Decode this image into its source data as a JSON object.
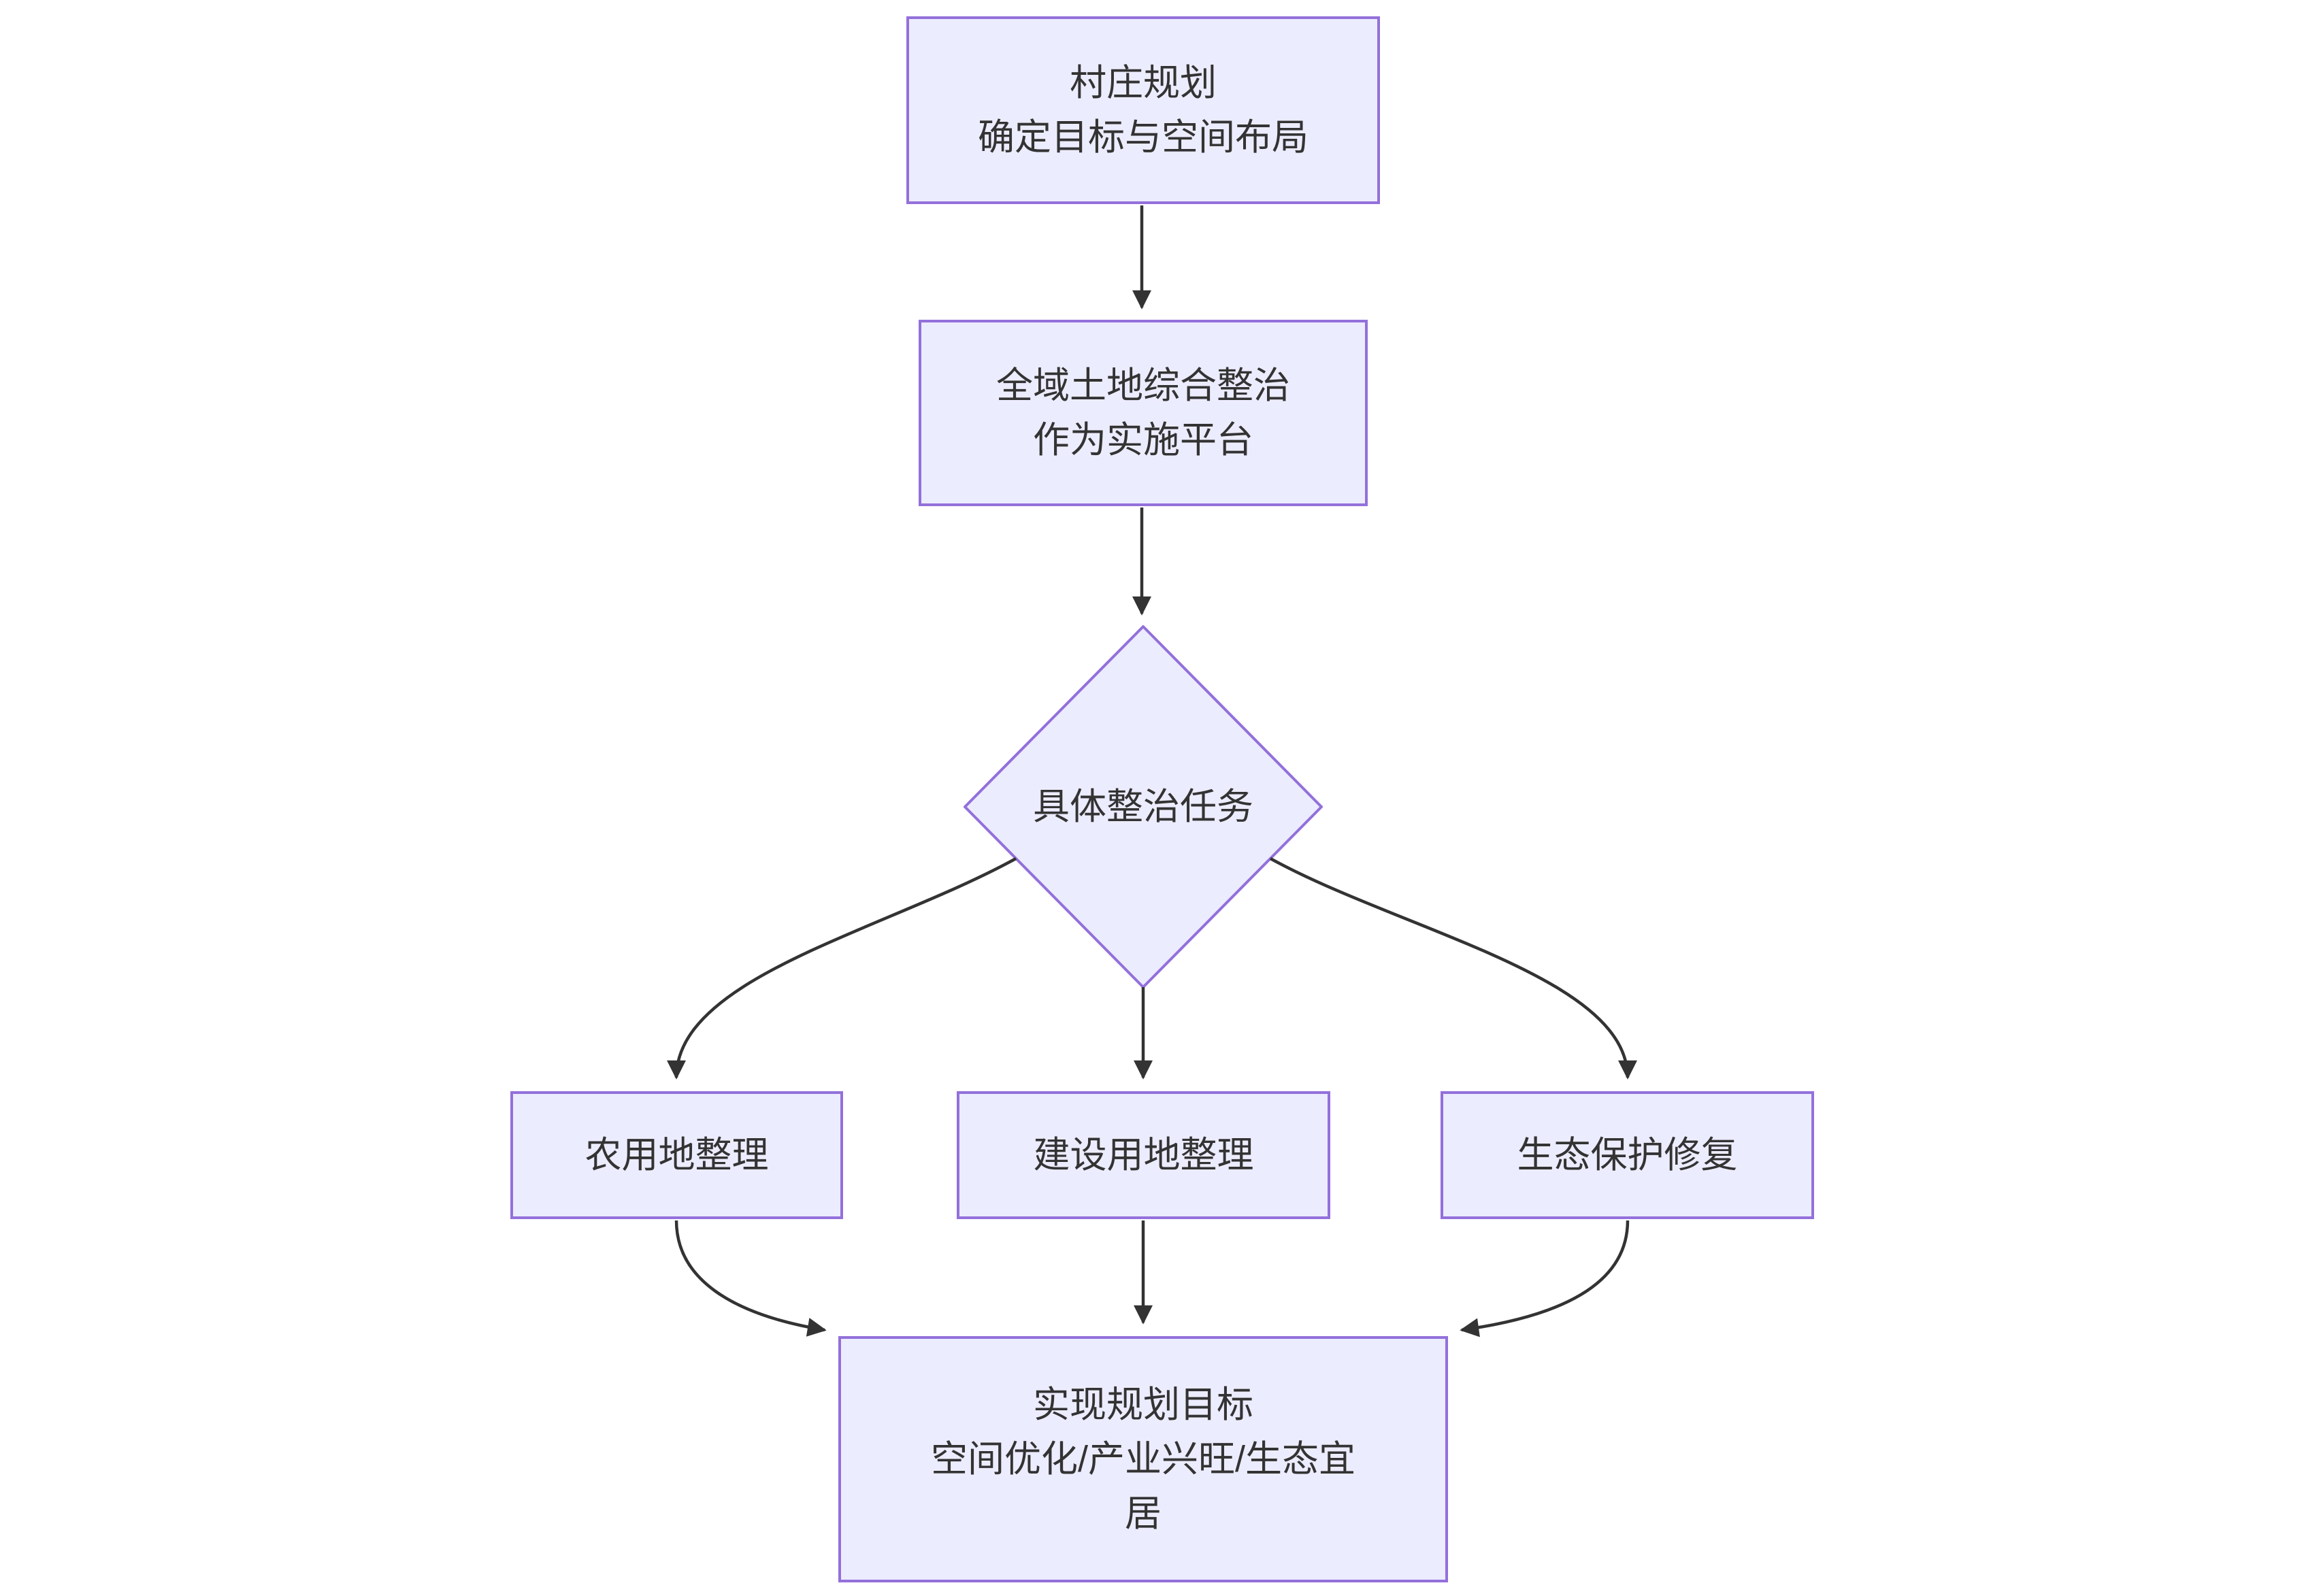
{
  "diagram": {
    "type": "flowchart",
    "direction": "top-down",
    "colors": {
      "background": "#ffffff",
      "node_fill": "#ECECFF",
      "node_border": "#9370DB",
      "edge_color": "#333333",
      "text_color": "#333333"
    },
    "nodes": {
      "village": {
        "line1": "村庄规划",
        "line2": "确定目标与空间布局"
      },
      "platform": {
        "line1": "全域土地综合整治",
        "line2": "作为实施平台"
      },
      "decision": {
        "label": "具体整治任务"
      },
      "farmland": {
        "label": "农用地整理"
      },
      "construction": {
        "label": "建设用地整理"
      },
      "ecology": {
        "label": "生态保护修复"
      },
      "goal": {
        "line1": "实现规划目标",
        "line2": "空间优化/产业兴旺/生态宜",
        "line3": "居"
      }
    },
    "edges": [
      {
        "from": "village",
        "to": "platform"
      },
      {
        "from": "platform",
        "to": "decision"
      },
      {
        "from": "decision",
        "to": "farmland"
      },
      {
        "from": "decision",
        "to": "construction"
      },
      {
        "from": "decision",
        "to": "ecology"
      },
      {
        "from": "farmland",
        "to": "goal"
      },
      {
        "from": "construction",
        "to": "goal"
      },
      {
        "from": "ecology",
        "to": "goal"
      }
    ]
  }
}
